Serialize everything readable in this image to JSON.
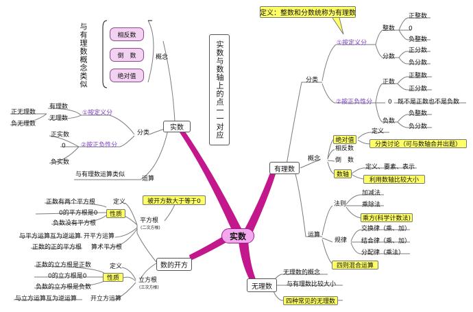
{
  "colors": {
    "trunk": "#c2188c",
    "branch": "#7a7a7a",
    "highlight": "#ffff66",
    "pink_box": "#f3d2f1",
    "link": "#7a3fc1"
  },
  "center": "实数",
  "left_note": "与有理数概念类似",
  "mid_note": "实数与数轴上的点一一对应",
  "shishu": {
    "label": "实数",
    "concept_label": "概念",
    "concept_items": [
      "相反数",
      "倒　数",
      "绝对值"
    ],
    "fenlei": "分类",
    "by_def": "①按定义分",
    "by_def_items": [
      "有理数",
      "无理数"
    ],
    "by_def_sub": [
      "正无理数",
      "负无理数"
    ],
    "by_sign": "②按正负性分",
    "by_sign_items": [
      "正实数",
      "0",
      "负实数"
    ],
    "yunsuan": "运算",
    "yunsuan_note": "与有理数运算类似"
  },
  "kaifang": {
    "label": "数的开方",
    "callout": "被开方数大于等于0",
    "pingfang": {
      "label": "平方根",
      "sub": "(二次方根)",
      "dingyi": "定义",
      "xingzhi": "性质",
      "props": [
        "正数有两个平方根",
        "0的平方根是0",
        "负数没有平方根"
      ],
      "kai": "开平方运算",
      "kai_note": "与平方运算互为逆运算",
      "suanshu": "算术平方根",
      "suanshu_note": "正数的正的平方根"
    },
    "lifang": {
      "label": "立方根",
      "sub": "(三次方根)",
      "dingyi": "定义",
      "xingzhi": "性质",
      "props": [
        "正数的立方根是正数",
        "0的立方根是0",
        "负数的立方根是负数"
      ],
      "kai": "开立方运算",
      "kai_note": "与立方运算互为逆运算"
    }
  },
  "wulishu": {
    "label": "无理数",
    "items": [
      "无理数的概念",
      "与有理数比较大小",
      "四种常见的无理数"
    ]
  },
  "youlishu": {
    "label": "有理数",
    "callout": "定义：整数和分数统称为有理数",
    "fenlei": "分类",
    "by_def": "①按定义分",
    "zhengshu": "整数",
    "zhengshu_items": [
      "正整数",
      "0",
      "负整数"
    ],
    "fenshu": "分数",
    "fenshu_items": [
      "正分数",
      "负分数"
    ],
    "by_sign": "②按正负性分",
    "zheng": "正数",
    "zheng_items": [
      "正整数",
      "正分数"
    ],
    "zero": "0",
    "zero_note": "既不是正数也不是负数",
    "fu": "负数",
    "fu_items": [
      "负整数",
      "负分数"
    ],
    "gainian": "概念",
    "jdz": "绝对值",
    "jdz_dingyi": "定义",
    "jdz_fenlei": "分类讨论（可与数轴合并出题）",
    "xiangfan": "相反数",
    "daoshu": "倒　数",
    "shuzhou": "数轴",
    "shuzhou_a": "定义、要素、表示",
    "shuzhou_b": "利用数轴比较大小",
    "yunsuan": "运算",
    "faze": "法则",
    "faze_items": [
      "加减法",
      "乘除法",
      "乘方(科学计数法)"
    ],
    "guilv": "规律",
    "guilv_items": [
      "交换律（乘、加）",
      "结合律（乘、加）",
      "分配律（乘法）"
    ],
    "sizhe": "四则混合运算"
  }
}
